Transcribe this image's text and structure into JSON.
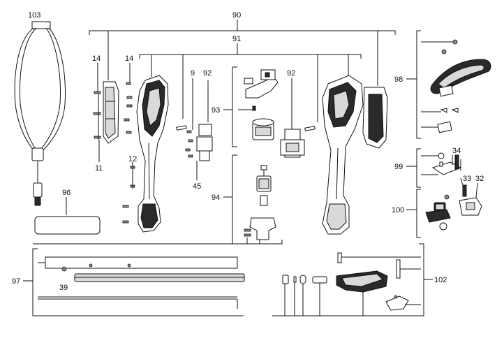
{
  "labels": {
    "l90": "90",
    "l91": "91",
    "l103": "103",
    "l14a": "14",
    "l14b": "14",
    "l9": "9",
    "l92a": "92",
    "l92b": "92",
    "l93": "93",
    "l94": "94",
    "l98": "98",
    "l99": "99",
    "l34": "34",
    "l33": "33",
    "l32": "32",
    "l100": "100",
    "l11": "11",
    "l12": "12",
    "l45": "45",
    "l96": "96",
    "l97": "97",
    "l39": "39",
    "l102": "102"
  }
}
